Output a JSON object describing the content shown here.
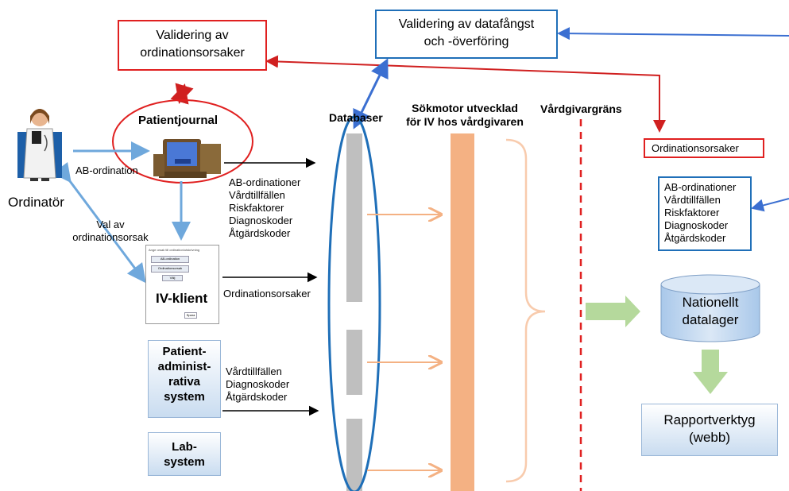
{
  "validation_top_right": {
    "line1": "Validering av datafångst",
    "line2": "och -överföring"
  },
  "validation_left": {
    "line1": "Validering av",
    "line2": "ordinationsorsaker"
  },
  "patientjournal": "Patientjournal",
  "ordinator": "Ordinatör",
  "ab_ordination": "AB-ordination",
  "val_av": {
    "line1": "Val av",
    "line2": "ordinationsorsak"
  },
  "iv_klient": "IV-klient",
  "iv_screen": {
    "title": "Ange orsak till ordination/utskrivning",
    "btn1": "AB-ordination",
    "btn2": "Ordinationsorsak",
    "btn3": "Välj",
    "footer": "Spara"
  },
  "ab_list_left": [
    "AB-ordinationer",
    "Vårdtillfällen",
    "Riskfaktorer",
    "Diagnoskoder",
    "Åtgärdskoder"
  ],
  "ordinationsorsaker_left": "Ordinationsorsaker",
  "pas_list": [
    "Vårdtillfällen",
    "Diagnoskoder",
    "Åtgärdskoder"
  ],
  "patientadmin": [
    "Patient-",
    "administ-",
    "rativa",
    "system"
  ],
  "labsystem": [
    "Lab-",
    "system"
  ],
  "databaser": "Databaser",
  "sokmotor": {
    "line1": "Sökmotor utvecklad",
    "line2": "för IV hos vårdgivaren"
  },
  "vardgivargrans": "Vårdgivargräns",
  "ordinationsorsaker_right": "Ordinationsorsaker",
  "ab_list_right": [
    "AB-ordinationer",
    "Vårdtillfällen",
    "Riskfaktorer",
    "Diagnoskoder",
    "Åtgärdskoder"
  ],
  "nationellt": {
    "line1": "Nationellt",
    "line2": "datalager"
  },
  "rapport": {
    "line1": "Rapportverktyg",
    "line2": "(webb)"
  },
  "colors": {
    "red": "#e02020",
    "blue": "#1f6fb8",
    "arrow_blue": "#6fa8dc",
    "orange": "#f4b183",
    "gray": "#bfbfbf",
    "green": "#b5d99c"
  }
}
